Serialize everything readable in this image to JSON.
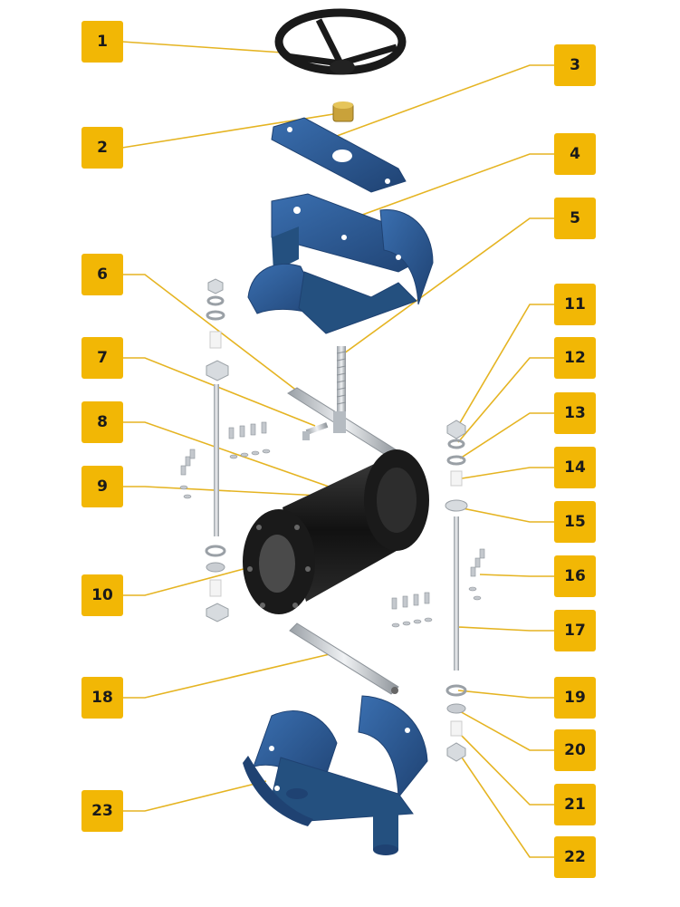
{
  "callouts": [
    {
      "id": "1",
      "label": "1"
    },
    {
      "id": "2",
      "label": "2"
    },
    {
      "id": "3",
      "label": "3"
    },
    {
      "id": "4",
      "label": "4"
    },
    {
      "id": "5",
      "label": "5"
    },
    {
      "id": "6",
      "label": "6"
    },
    {
      "id": "7",
      "label": "7"
    },
    {
      "id": "8",
      "label": "8"
    },
    {
      "id": "9",
      "label": "9"
    },
    {
      "id": "10",
      "label": "10"
    },
    {
      "id": "11",
      "label": "11"
    },
    {
      "id": "12",
      "label": "12"
    },
    {
      "id": "13",
      "label": "13"
    },
    {
      "id": "14",
      "label": "14"
    },
    {
      "id": "15",
      "label": "15"
    },
    {
      "id": "16",
      "label": "16"
    },
    {
      "id": "17",
      "label": "17"
    },
    {
      "id": "18",
      "label": "18"
    },
    {
      "id": "19",
      "label": "19"
    },
    {
      "id": "20",
      "label": "20"
    },
    {
      "id": "21",
      "label": "21"
    },
    {
      "id": "22",
      "label": "22"
    },
    {
      "id": "23",
      "label": "23"
    }
  ],
  "colors": {
    "callout_fill": "#f2b705",
    "leader_line": "#e5b422",
    "frame_blue": "#2d5d9a",
    "frame_blue_dark": "#1f4272",
    "pipe_black": "#1c1c1c",
    "steel": "#c9cdd2",
    "brass": "#c9a23a"
  },
  "icons": [
    "handwheel-icon",
    "brass-nut-icon",
    "top-plate-icon",
    "upper-frame-icon",
    "threaded-stem-icon",
    "pivot-pin-icon",
    "pipe-body-icon",
    "tie-rod-icon",
    "lower-frame-icon"
  ]
}
